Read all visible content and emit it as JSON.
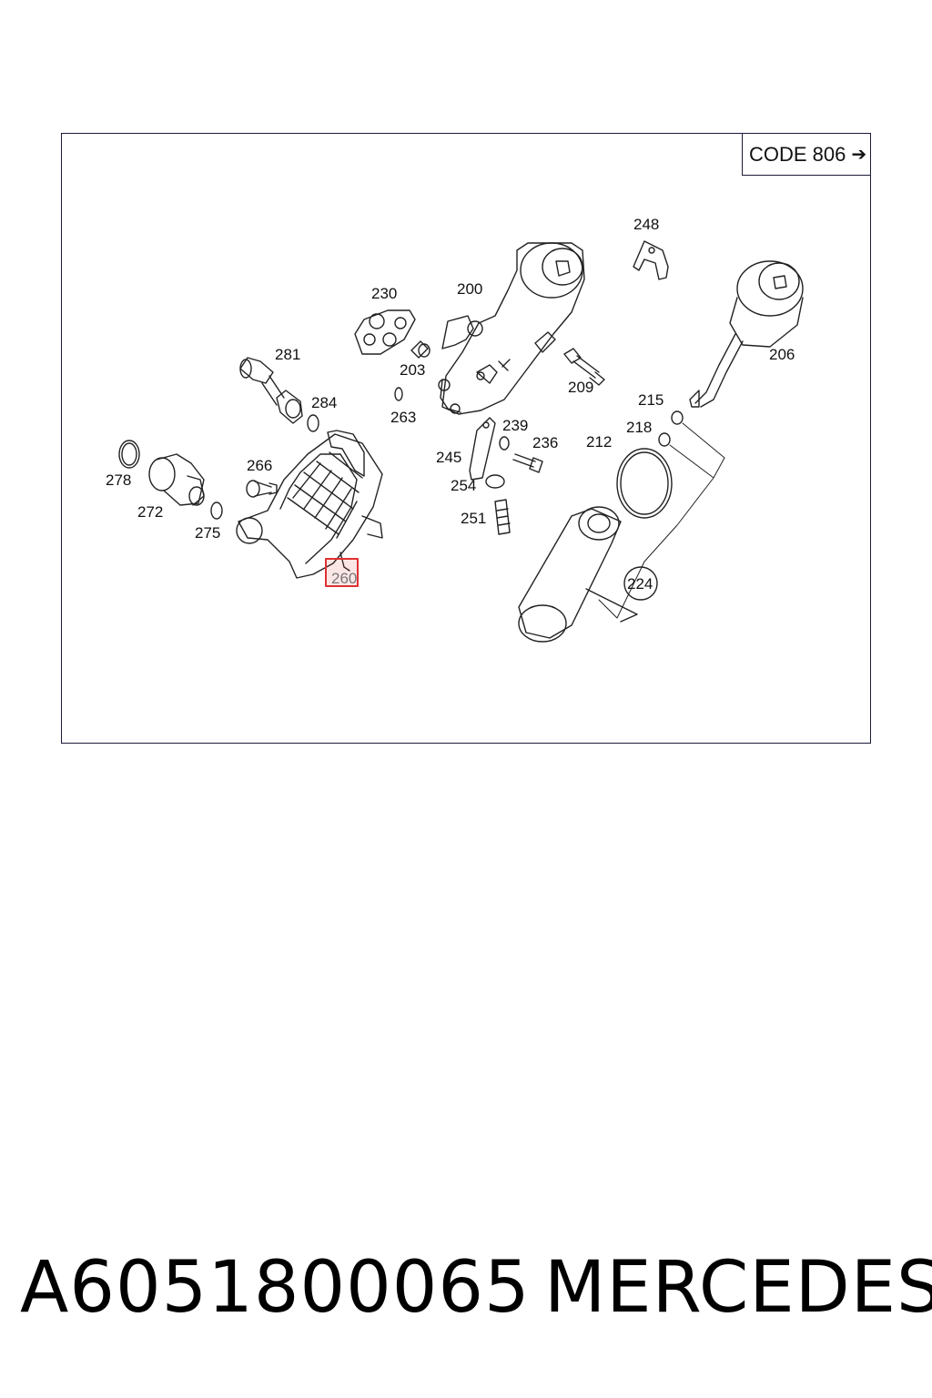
{
  "diagram": {
    "code_label": "CODE 806",
    "arrow_icon": "arrow-right-icon",
    "highlight_color": "#e03030",
    "callouts": [
      {
        "id": "200",
        "label": "200"
      },
      {
        "id": "203",
        "label": "203"
      },
      {
        "id": "206",
        "label": "206"
      },
      {
        "id": "209",
        "label": "209"
      },
      {
        "id": "212",
        "label": "212"
      },
      {
        "id": "215",
        "label": "215"
      },
      {
        "id": "218",
        "label": "218"
      },
      {
        "id": "224",
        "label": "224"
      },
      {
        "id": "230",
        "label": "230"
      },
      {
        "id": "236",
        "label": "236"
      },
      {
        "id": "239",
        "label": "239"
      },
      {
        "id": "245",
        "label": "245"
      },
      {
        "id": "248",
        "label": "248"
      },
      {
        "id": "251",
        "label": "251"
      },
      {
        "id": "254",
        "label": "254"
      },
      {
        "id": "260",
        "label": "260",
        "highlighted": true
      },
      {
        "id": "263",
        "label": "263"
      },
      {
        "id": "266",
        "label": "266"
      },
      {
        "id": "272",
        "label": "272"
      },
      {
        "id": "275",
        "label": "275"
      },
      {
        "id": "278",
        "label": "278"
      },
      {
        "id": "281",
        "label": "281"
      },
      {
        "id": "284",
        "label": "284"
      }
    ]
  },
  "footer": {
    "part_number": "A6051800065",
    "brand": "MERCEDES"
  }
}
